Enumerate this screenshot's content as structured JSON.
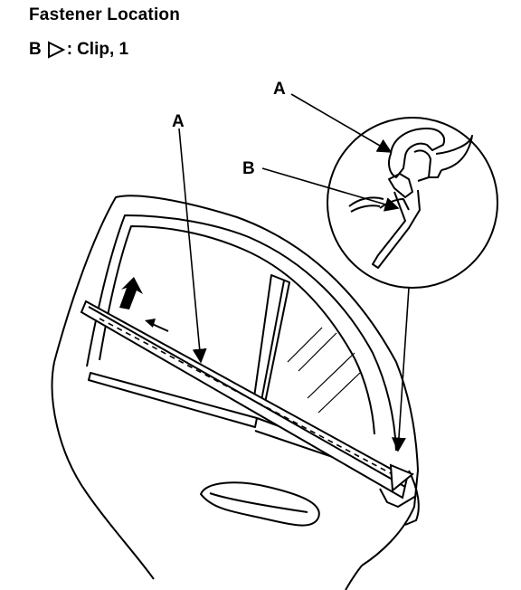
{
  "title": "Fastener Location",
  "legend": {
    "key": "B",
    "separator": ":",
    "text": "Clip, 1"
  },
  "callouts": {
    "a_main": "A",
    "a_detail": "A",
    "b_detail": "B"
  },
  "colors": {
    "ink": "#000000",
    "background": "#ffffff"
  },
  "icons": {
    "legend_symbol": "triangle-right-outline-icon"
  }
}
